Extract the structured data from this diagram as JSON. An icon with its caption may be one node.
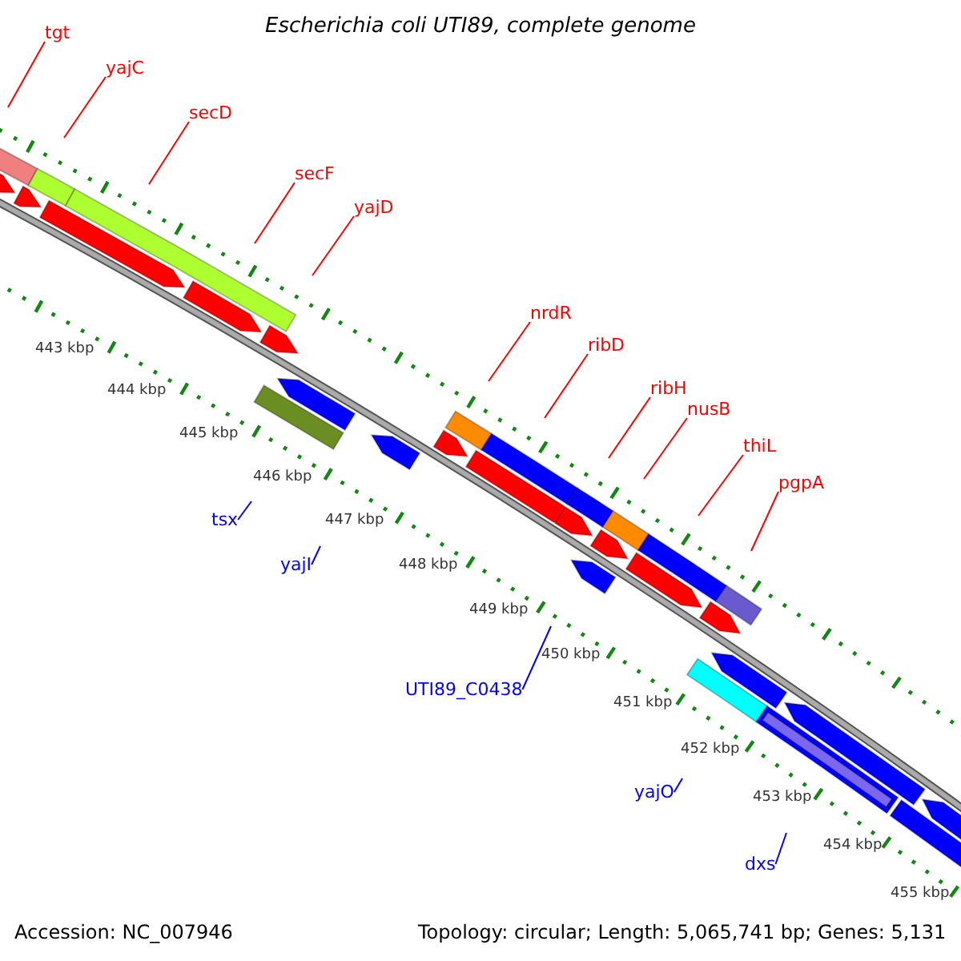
{
  "diagram": {
    "title": "Escherichia coli UTI89, complete genome",
    "nodes": [
      {
        "text": [
          "tgt"
        ]
      },
      {
        "text": [
          "yajC"
        ]
      },
      {
        "text": [
          "secD"
        ]
      },
      {
        "text": [
          "secF"
        ]
      },
      {
        "text": [
          "yajD"
        ]
      },
      {
        "text": [
          "nrdR"
        ]
      },
      {
        "text": [
          "ribD"
        ]
      },
      {
        "text": [
          "ribH"
        ]
      },
      {
        "text": [
          "nusB"
        ]
      },
      {
        "text": [
          "thiL"
        ]
      },
      {
        "text": [
          "pgpA"
        ]
      },
      {
        "text": [
          "tsx"
        ]
      },
      {
        "text": [
          "yajI"
        ]
      },
      {
        "text": [
          "UTI89_C0438"
        ]
      },
      {
        "text": [
          "yajO"
        ]
      },
      {
        "text": [
          "dxs"
        ]
      }
    ],
    "edges": [
      {
        "from": 0,
        "to": null,
        "arrow": "none"
      },
      {
        "from": 1,
        "to": null,
        "arrow": "none"
      },
      {
        "from": 2,
        "to": null,
        "arrow": "none"
      },
      {
        "from": 3,
        "to": null,
        "arrow": "none"
      },
      {
        "from": 4,
        "to": null,
        "arrow": "none"
      },
      {
        "from": 5,
        "to": null,
        "arrow": "none"
      },
      {
        "from": 6,
        "to": null,
        "arrow": "none"
      },
      {
        "from": 7,
        "to": null,
        "arrow": "none"
      },
      {
        "from": 8,
        "to": null,
        "arrow": "none"
      },
      {
        "from": 9,
        "to": null,
        "arrow": "none"
      },
      {
        "from": 10,
        "to": null,
        "arrow": "none"
      },
      {
        "from": 11,
        "to": null,
        "arrow": "none",
        "color": "#0000ff"
      },
      {
        "from": 12,
        "to": null,
        "arrow": "none",
        "color": "#0000ff"
      },
      {
        "from": 13,
        "to": null,
        "arrow": "none",
        "color": "#0000ff"
      },
      {
        "from": 14,
        "to": null,
        "arrow": "none",
        "color": "#0000ff"
      },
      {
        "from": 15,
        "to": null,
        "arrow": "none",
        "color": "#0000ff"
      }
    ],
    "labels": [
      "443 kbp",
      "444 kbp",
      "445 kbp",
      "446 kbp",
      "447 kbp",
      "448 kbp",
      "449 kbp",
      "450 kbp",
      "451 kbp",
      "452 kbp",
      "453 kbp",
      "454 kbp",
      "455 kbp",
      "Accession: NC_007946",
      "Topology: circular; Length: 5,065,741 bp; Genes: 5,131"
    ]
  }
}
